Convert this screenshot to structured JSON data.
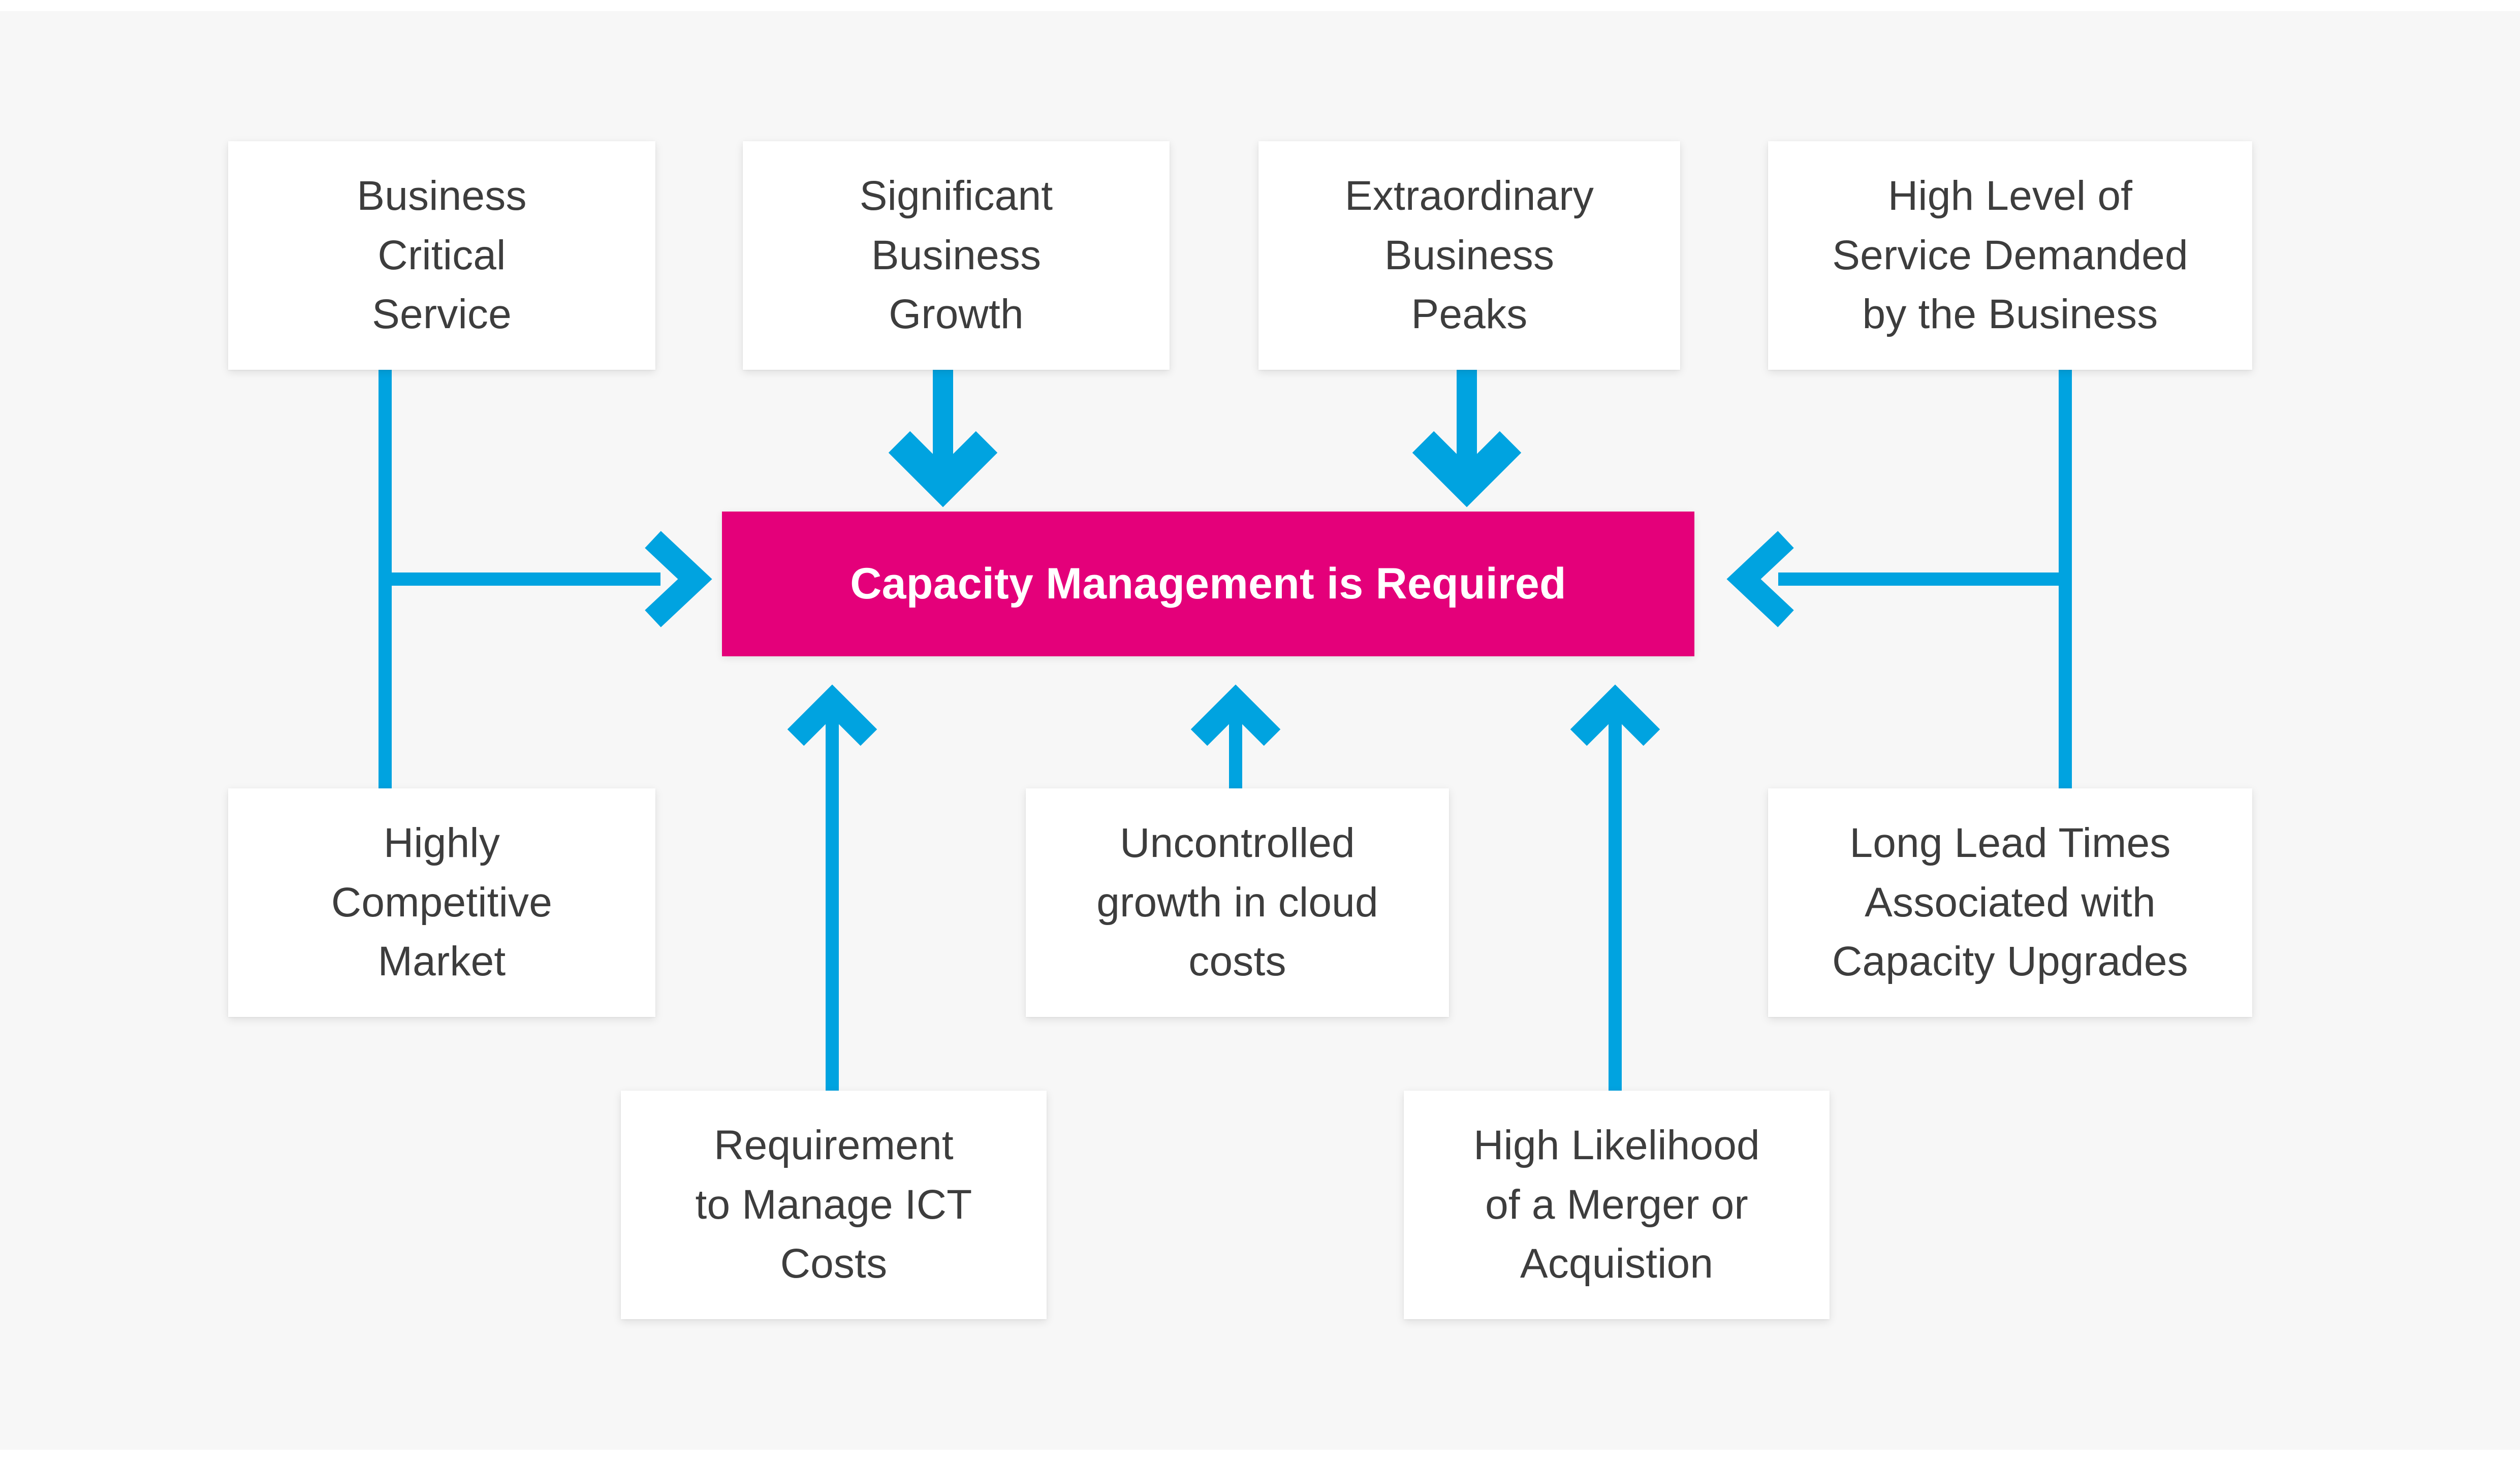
{
  "diagram": {
    "title_text": "Capacity Management is Required",
    "colors": {
      "accent_blue": "#00a3e0",
      "center_pink": "#e4007a",
      "node_background": "#ffffff",
      "canvas_background": "#f7f7f7",
      "node_text": "#3d3d3d",
      "center_text": "#ffffff"
    },
    "center": {
      "label": "Capacity Management is Required"
    },
    "top_row": [
      {
        "id": "business-critical-service",
        "label": "Business\nCritical\nService"
      },
      {
        "id": "significant-business-growth",
        "label": "Significant\nBusiness\nGrowth"
      },
      {
        "id": "extraordinary-business-peaks",
        "label": "Extraordinary\nBusiness\nPeaks"
      },
      {
        "id": "high-level-of-service-demanded",
        "label": "High Level of\nService Demanded\nby the Business"
      }
    ],
    "middle_row": [
      {
        "id": "highly-competitive-market",
        "label": "Highly\nCompetitive\nMarket"
      },
      {
        "id": "uncontrolled-cloud-cost-growth",
        "label": "Uncontrolled\ngrowth in cloud\ncosts"
      },
      {
        "id": "long-lead-times-capacity-upgrades",
        "label": "Long Lead Times\nAssociated with\nCapacity Upgrades"
      }
    ],
    "bottom_row": [
      {
        "id": "requirement-to-manage-ict-costs",
        "label": "Requirement\nto Manage ICT\nCosts"
      },
      {
        "id": "high-likelihood-merger-acquistion",
        "label": "High Likelihood\nof a Merger or\nAcquistion"
      }
    ],
    "connections": [
      {
        "from": "business-critical-service",
        "to": "center",
        "style": "elbow-right-arrow"
      },
      {
        "from": "highly-competitive-market",
        "to": "center",
        "style": "elbow-right-arrow"
      },
      {
        "from": "significant-business-growth",
        "to": "center",
        "style": "down-arrow"
      },
      {
        "from": "extraordinary-business-peaks",
        "to": "center",
        "style": "down-arrow"
      },
      {
        "from": "high-level-of-service-demanded",
        "to": "center",
        "style": "elbow-left-arrow"
      },
      {
        "from": "long-lead-times-capacity-upgrades",
        "to": "center",
        "style": "elbow-left-arrow"
      },
      {
        "from": "requirement-to-manage-ict-costs",
        "to": "center",
        "style": "up-arrow"
      },
      {
        "from": "uncontrolled-cloud-cost-growth",
        "to": "center",
        "style": "up-arrow"
      },
      {
        "from": "high-likelihood-merger-acquistion",
        "to": "center",
        "style": "up-arrow"
      }
    ]
  }
}
